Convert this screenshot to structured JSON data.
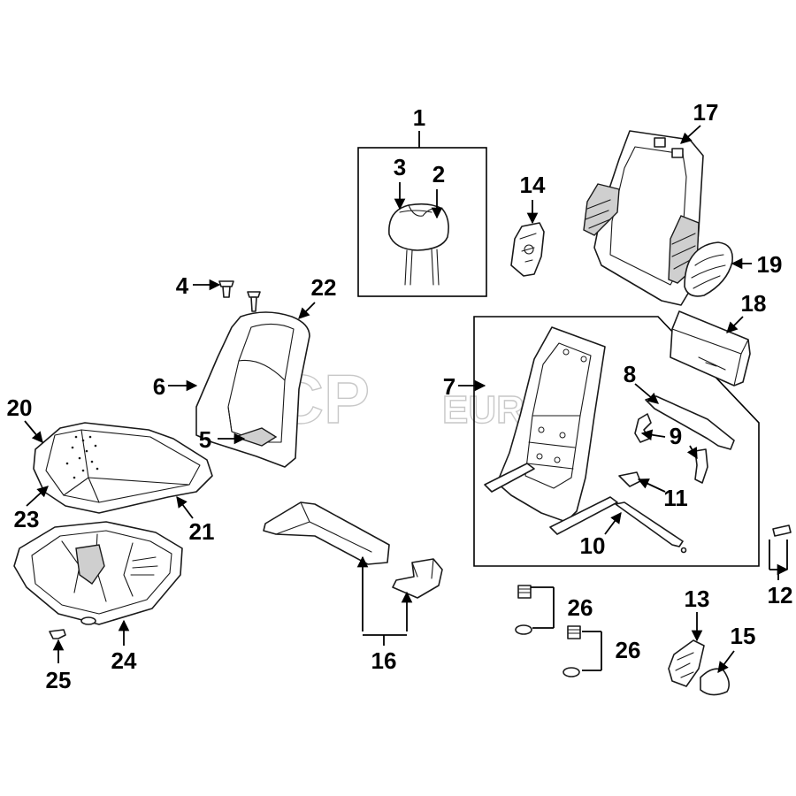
{
  "watermark": {
    "brand": "FCP",
    "suffix": "EURO"
  },
  "callouts": [
    "1",
    "2",
    "3",
    "4",
    "5",
    "6",
    "7",
    "8",
    "9",
    "10",
    "11",
    "12",
    "13",
    "14",
    "15",
    "16",
    "17",
    "18",
    "19",
    "20",
    "21",
    "22",
    "23",
    "24",
    "25",
    "26",
    "26"
  ],
  "colors": {
    "line": "#1a1a1a",
    "background": "#ffffff",
    "watermark": "#c8c8c8"
  }
}
